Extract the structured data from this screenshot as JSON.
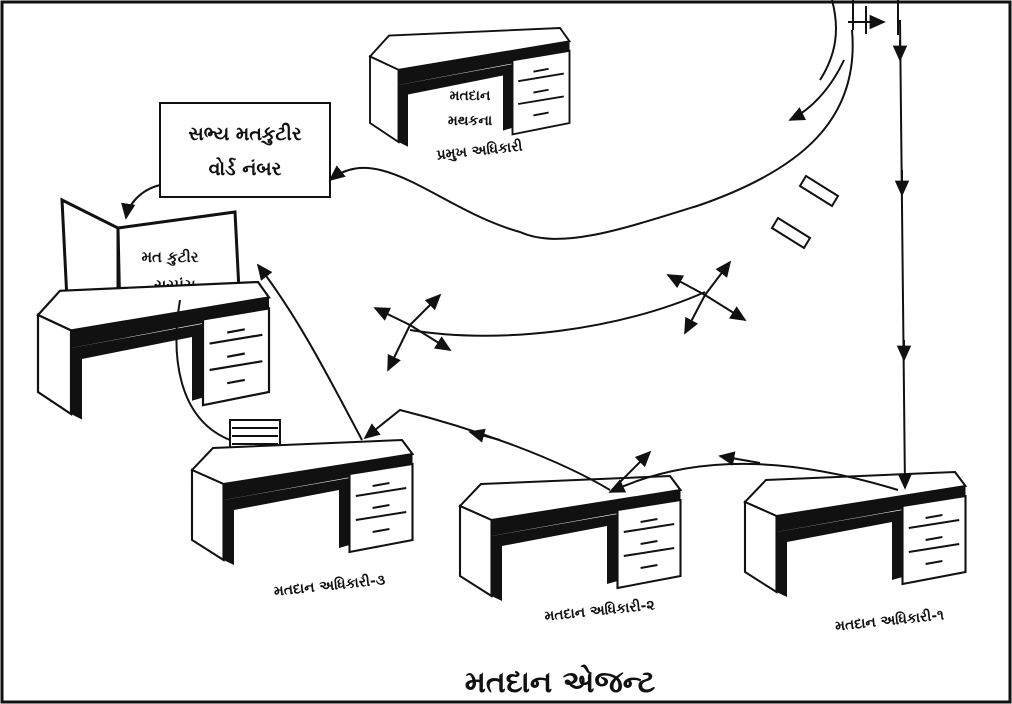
{
  "labels": {
    "ward_box": [
      "સભ્ય મતકુટીર",
      "વોર્ડ નંબર"
    ],
    "booth": [
      "મત કુટીર",
      "સરપંચ"
    ],
    "presiding_officer": [
      "મતદાન",
      "મથકના",
      "પ્રમુખ અધિકારી"
    ],
    "officer_3": "મતદાન અધિકારી-૩",
    "officer_2": "મતદાન અધિકારી-૨",
    "officer_1": "મતદાન અધિકારી-૧",
    "agent": "મતદાન એજન્ટ"
  }
}
